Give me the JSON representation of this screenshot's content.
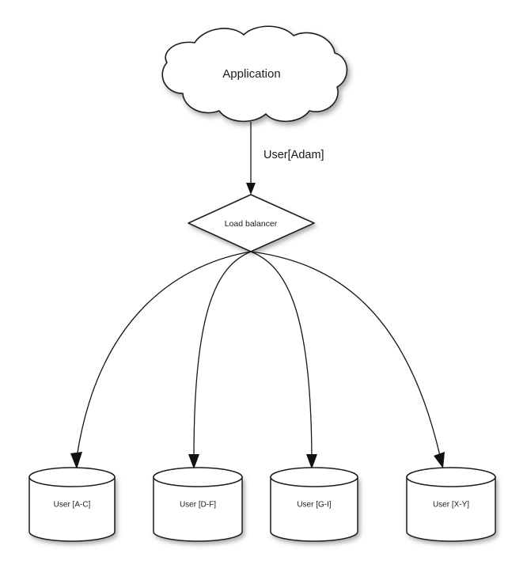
{
  "diagram": {
    "title": "Load balancer user sharding diagram",
    "background_color": "#ffffff",
    "stroke_color": "#1b1b1b",
    "text_color": "#1a1a22",
    "nodes": {
      "application": {
        "label": "Application",
        "shape": "cloud"
      },
      "load_balancer": {
        "label": "Load balancer",
        "shape": "diamond"
      },
      "databases": [
        {
          "label": "User [A-C]",
          "shape": "cylinder"
        },
        {
          "label": "User [D-F]",
          "shape": "cylinder"
        },
        {
          "label": "User [G-I]",
          "shape": "cylinder"
        },
        {
          "label": "User [X-Y]",
          "shape": "cylinder"
        }
      ]
    },
    "edges": {
      "application_to_balancer": {
        "label": "User[Adam]",
        "style": "straight-arrow"
      },
      "balancer_to_databases": {
        "label": "",
        "style": "curved-arrow",
        "count": 4
      }
    }
  }
}
